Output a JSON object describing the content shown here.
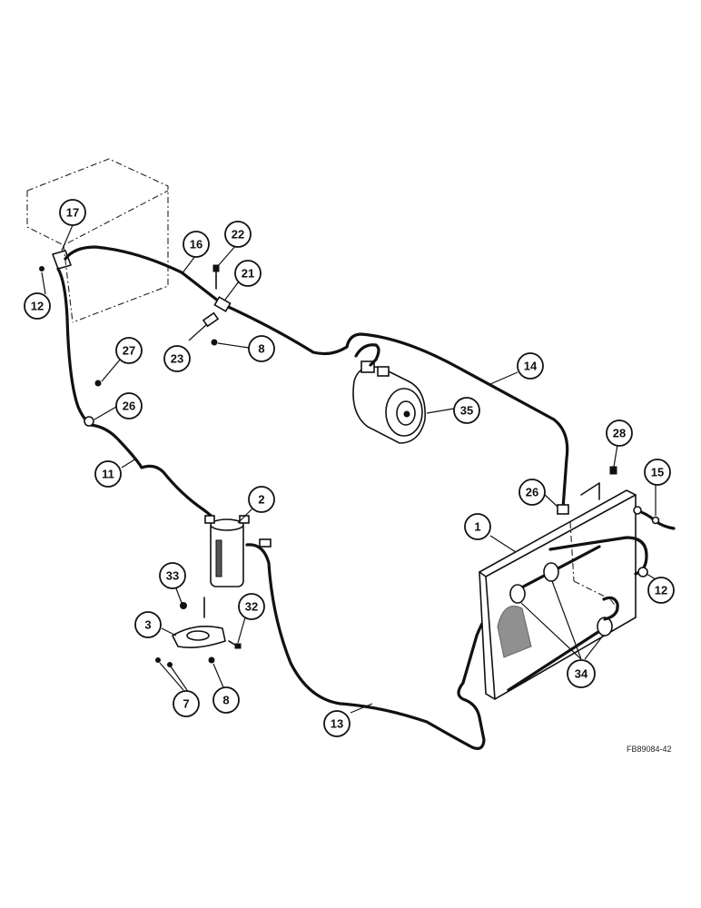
{
  "reference_code": "FB89084-42",
  "callouts": [
    {
      "label": "17"
    },
    {
      "label": "22"
    },
    {
      "label": "16"
    },
    {
      "label": "21"
    },
    {
      "label": "12"
    },
    {
      "label": "23"
    },
    {
      "label": "8"
    },
    {
      "label": "27"
    },
    {
      "label": "26"
    },
    {
      "label": "14"
    },
    {
      "label": "35"
    },
    {
      "label": "11"
    },
    {
      "label": "2"
    },
    {
      "label": "28"
    },
    {
      "label": "15"
    },
    {
      "label": "26"
    },
    {
      "label": "1"
    },
    {
      "label": "33"
    },
    {
      "label": "32"
    },
    {
      "label": "12"
    },
    {
      "label": "3"
    },
    {
      "label": "34"
    },
    {
      "label": "7"
    },
    {
      "label": "8"
    },
    {
      "label": "13"
    }
  ]
}
